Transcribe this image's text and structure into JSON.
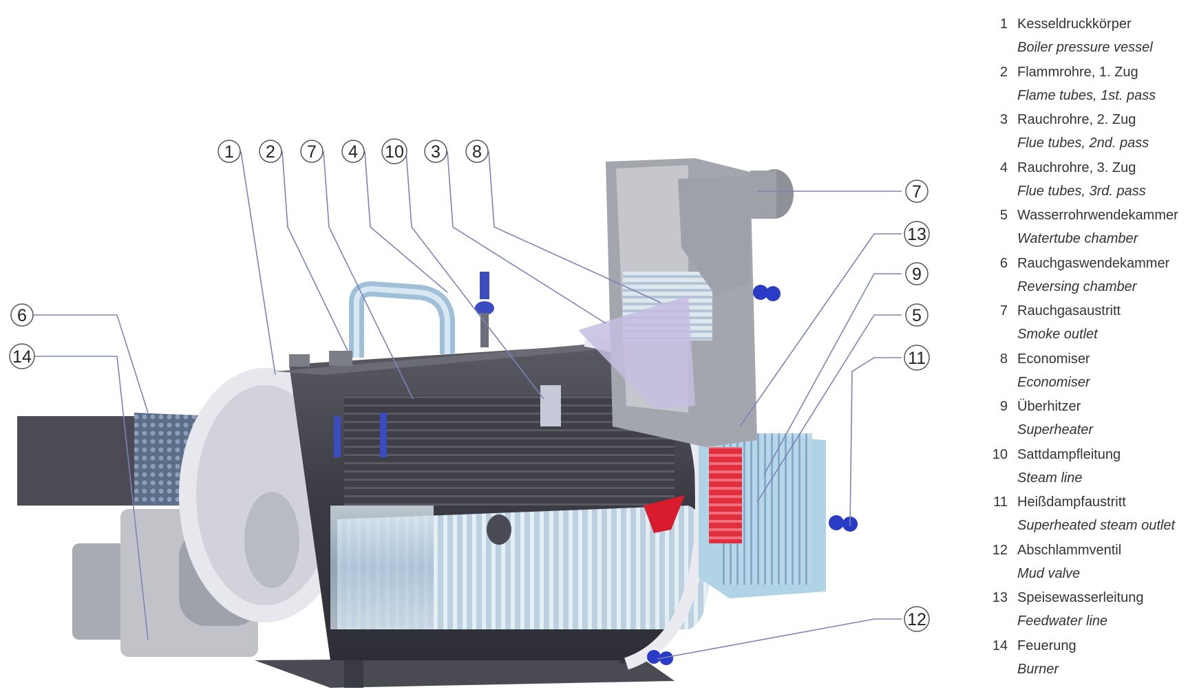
{
  "callouts": {
    "c1": "1",
    "c2": "2",
    "c7a": "7",
    "c4": "4",
    "c10": "10",
    "c3": "3",
    "c8": "8",
    "c6": "6",
    "c14": "14",
    "c7b": "7",
    "c13": "13",
    "c9": "9",
    "c5": "5",
    "c11": "11",
    "c12": "12"
  },
  "legend": [
    {
      "num": "1",
      "de": "Kesseldruckkörper",
      "en": "Boiler pressure vessel"
    },
    {
      "num": "2",
      "de": "Flammrohre, 1. Zug",
      "en": "Flame tubes, 1st. pass"
    },
    {
      "num": "3",
      "de": "Rauchrohre, 2. Zug",
      "en": "Flue tubes, 2nd. pass"
    },
    {
      "num": "4",
      "de": "Rauchrohre, 3. Zug",
      "en": "Flue tubes, 3rd. pass"
    },
    {
      "num": "5",
      "de": "Wasserrohrwendekammer",
      "en": "Watertube chamber"
    },
    {
      "num": "6",
      "de": "Rauchgaswendekammer",
      "en": "Reversing chamber"
    },
    {
      "num": "7",
      "de": "Rauchgasaustritt",
      "en": "Smoke outlet"
    },
    {
      "num": "8",
      "de": "Economiser",
      "en": "Economiser"
    },
    {
      "num": "9",
      "de": "Überhitzer",
      "en": "Superheater"
    },
    {
      "num": "10",
      "de": "Sattdampfleitung",
      "en": "Steam line"
    },
    {
      "num": "11",
      "de": "Heißdampfaustritt",
      "en": "Superheated steam outlet"
    },
    {
      "num": "12",
      "de": "Abschlammventil",
      "en": "Mud valve"
    },
    {
      "num": "13",
      "de": "Speisewasserleitung",
      "en": "Feedwater line"
    },
    {
      "num": "14",
      "de": "Feuerung",
      "en": "Burner"
    }
  ]
}
